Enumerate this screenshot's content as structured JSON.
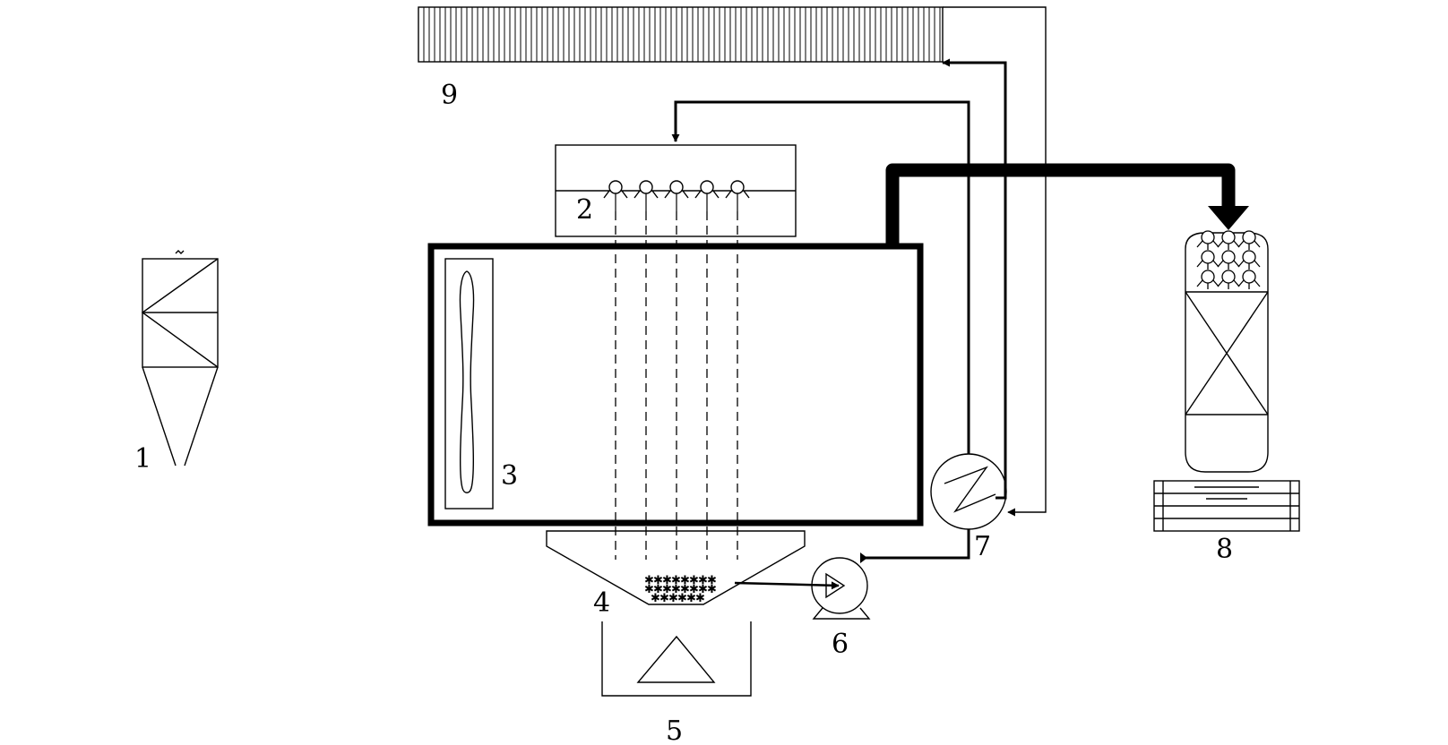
{
  "colors": {
    "line": "#000000",
    "background": "#ffffff"
  },
  "labels": {
    "cyclone": "1",
    "spray_unit": "2",
    "chamber": "3",
    "hopper": "4",
    "collector": "5",
    "pump": "6",
    "heat_exchanger": "7",
    "tank_base": "8",
    "radiator": "9"
  }
}
